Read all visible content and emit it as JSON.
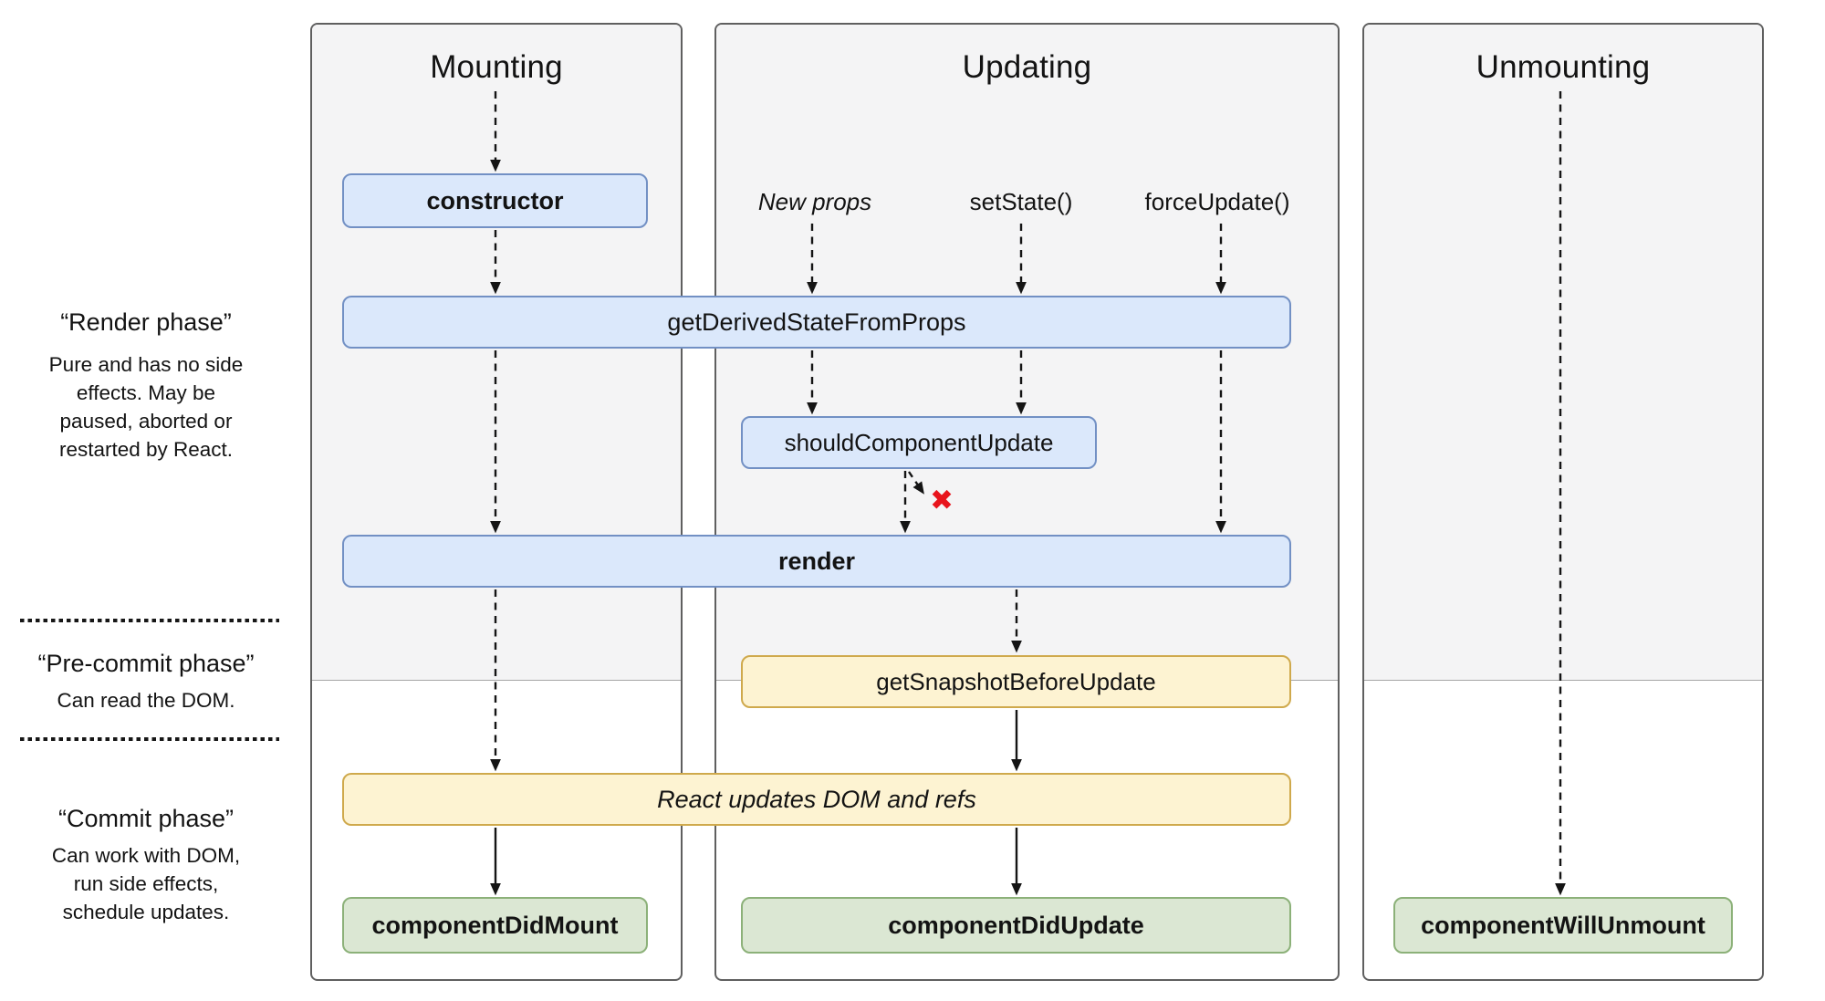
{
  "columns": [
    {
      "id": "mounting",
      "title": "Mounting"
    },
    {
      "id": "updating",
      "title": "Updating"
    },
    {
      "id": "unmounting",
      "title": "Unmounting"
    }
  ],
  "sidebar": {
    "render_phase": {
      "title": "“Render phase”",
      "description": "Pure and has no side\neffects. May be\npaused, aborted or\nrestarted by React."
    },
    "pre_commit_phase": {
      "title": "“Pre-commit phase”",
      "description": "Can read the DOM."
    },
    "commit_phase": {
      "title": "“Commit phase”",
      "description": "Can work with DOM,\nrun side effects,\nschedule updates."
    }
  },
  "triggers": {
    "new_props": "New props",
    "set_state": "setState()",
    "force_update": "forceUpdate()"
  },
  "nodes": {
    "constructor": "constructor",
    "get_derived_state_from_props": "getDerivedStateFromProps",
    "should_component_update": "shouldComponentUpdate",
    "render": "render",
    "get_snapshot_before_update": "getSnapshotBeforeUpdate",
    "react_updates_dom": "React updates DOM and refs",
    "component_did_mount": "componentDidMount",
    "component_did_update": "componentDidUpdate",
    "component_will_unmount": "componentWillUnmount"
  },
  "icons": {
    "reject_x": "✖"
  },
  "colors": {
    "box_blue_fill": "#dbe8fb",
    "box_blue_border": "#7290c4",
    "box_yellow_fill": "#fdf3d2",
    "box_yellow_border": "#cfa94c",
    "box_green_fill": "#dbe7d3",
    "box_green_border": "#8cb179",
    "panel_shade": "#f4f4f5",
    "panel_border": "#5f5f5f",
    "reject_red": "#e8141c"
  }
}
